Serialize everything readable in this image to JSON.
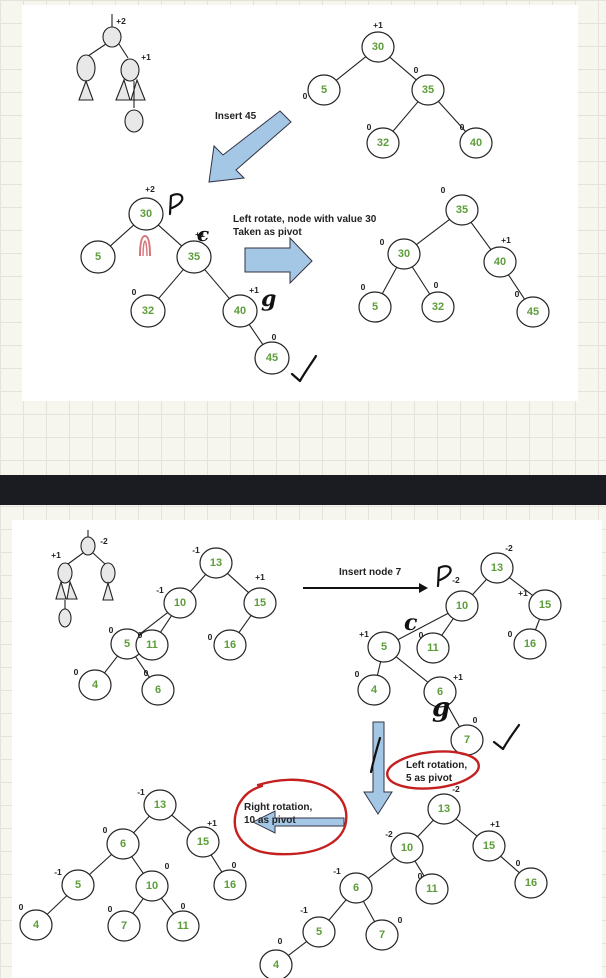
{
  "colors": {
    "node_value": "#5d9d3a",
    "arrow_fill": "#a4c7e6",
    "red_ink": "#c42020",
    "dark_band": "#1b1c22"
  },
  "top": {
    "skeleton": {
      "root_bal": "+2",
      "child_bal": "+1"
    },
    "tree1": {
      "nodes": [
        {
          "v": "30",
          "b": "+1"
        },
        {
          "v": "5",
          "b": "0"
        },
        {
          "v": "35",
          "b": "0"
        },
        {
          "v": "32",
          "b": "0"
        },
        {
          "v": "40",
          "b": "0"
        }
      ]
    },
    "insert_label": "Insert 45",
    "tree2": {
      "nodes": [
        {
          "v": "30",
          "b": "+2"
        },
        {
          "v": "5",
          "b": ""
        },
        {
          "v": "35",
          "b": "+1"
        },
        {
          "v": "32",
          "b": "0"
        },
        {
          "v": "40",
          "b": "+1"
        },
        {
          "v": "45",
          "b": "0"
        }
      ]
    },
    "rotate_label_1": "Left rotate, node with value 30",
    "rotate_label_2": "Taken as pivot",
    "tree3": {
      "nodes": [
        {
          "v": "35",
          "b": "0"
        },
        {
          "v": "30",
          "b": "0"
        },
        {
          "v": "40",
          "b": "+1"
        },
        {
          "v": "5",
          "b": "0"
        },
        {
          "v": "32",
          "b": "0"
        },
        {
          "v": "45",
          "b": "0"
        }
      ]
    },
    "handwriting": {
      "p": "P",
      "c": "c",
      "g": "g",
      "check": "✓"
    }
  },
  "bottom": {
    "skeleton": {
      "root_bal": "-2",
      "child_bal": "+1"
    },
    "tree1": {
      "nodes": [
        {
          "v": "13",
          "b": "-1"
        },
        {
          "v": "10",
          "b": "-1"
        },
        {
          "v": "15",
          "b": "+1"
        },
        {
          "v": "5",
          "b": "0"
        },
        {
          "v": "11",
          "b": "0"
        },
        {
          "v": "16",
          "b": "0"
        },
        {
          "v": "4",
          "b": "0"
        },
        {
          "v": "6",
          "b": "0"
        }
      ]
    },
    "insert_label": "Insert node 7",
    "tree2": {
      "nodes": [
        {
          "v": "13",
          "b": "-2"
        },
        {
          "v": "10",
          "b": "-2"
        },
        {
          "v": "15",
          "b": "+1"
        },
        {
          "v": "5",
          "b": "+1"
        },
        {
          "v": "11",
          "b": "0"
        },
        {
          "v": "16",
          "b": "0"
        },
        {
          "v": "4",
          "b": "0"
        },
        {
          "v": "6",
          "b": "+1"
        },
        {
          "v": "7",
          "b": "0"
        }
      ]
    },
    "left_rotation_label_1": "Left rotation,",
    "left_rotation_label_2": "5 as pivot",
    "tree3": {
      "nodes": [
        {
          "v": "13",
          "b": "-2"
        },
        {
          "v": "10",
          "b": "-2"
        },
        {
          "v": "15",
          "b": "+1"
        },
        {
          "v": "6",
          "b": "-1"
        },
        {
          "v": "11",
          "b": "0"
        },
        {
          "v": "16",
          "b": "0"
        },
        {
          "v": "5",
          "b": "-1"
        },
        {
          "v": "7",
          "b": "0"
        },
        {
          "v": "4",
          "b": "0"
        }
      ]
    },
    "right_rotation_label_1": "Right rotation,",
    "right_rotation_label_2": "10 as pivot",
    "tree4": {
      "nodes": [
        {
          "v": "13",
          "b": "-1"
        },
        {
          "v": "6",
          "b": "0"
        },
        {
          "v": "15",
          "b": "+1"
        },
        {
          "v": "5",
          "b": "-1"
        },
        {
          "v": "10",
          "b": "0"
        },
        {
          "v": "16",
          "b": "0"
        },
        {
          "v": "4",
          "b": "0"
        },
        {
          "v": "7",
          "b": "0"
        },
        {
          "v": "11",
          "b": "0"
        }
      ]
    },
    "handwriting": {
      "p": "P",
      "c": "c",
      "g": "g",
      "check": "✓"
    }
  }
}
